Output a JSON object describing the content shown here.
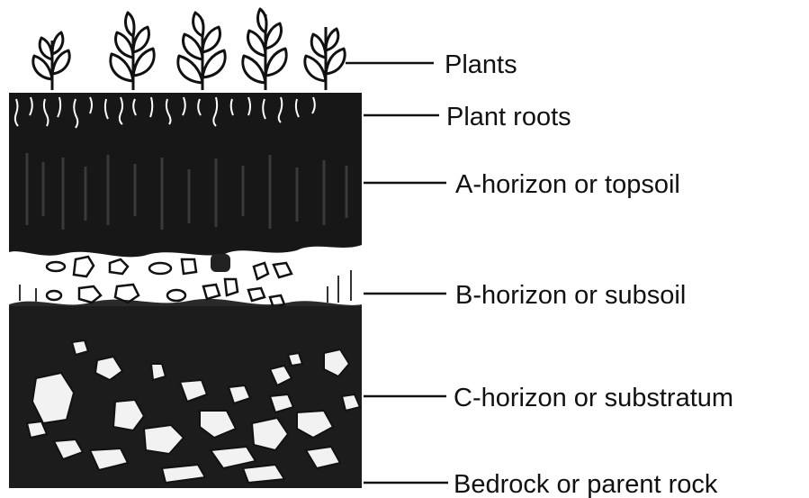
{
  "labels": {
    "plants": "Plants",
    "plant_roots": "Plant roots",
    "a_horizon": "A-horizon or topsoil",
    "b_horizon": "B-horizon or subsoil",
    "c_horizon": "C-horizon or substratum",
    "bedrock": "Bedrock or parent rock"
  },
  "colors": {
    "ink": "#111111",
    "soil_dark": "#1a1a1a",
    "background": "#ffffff"
  }
}
